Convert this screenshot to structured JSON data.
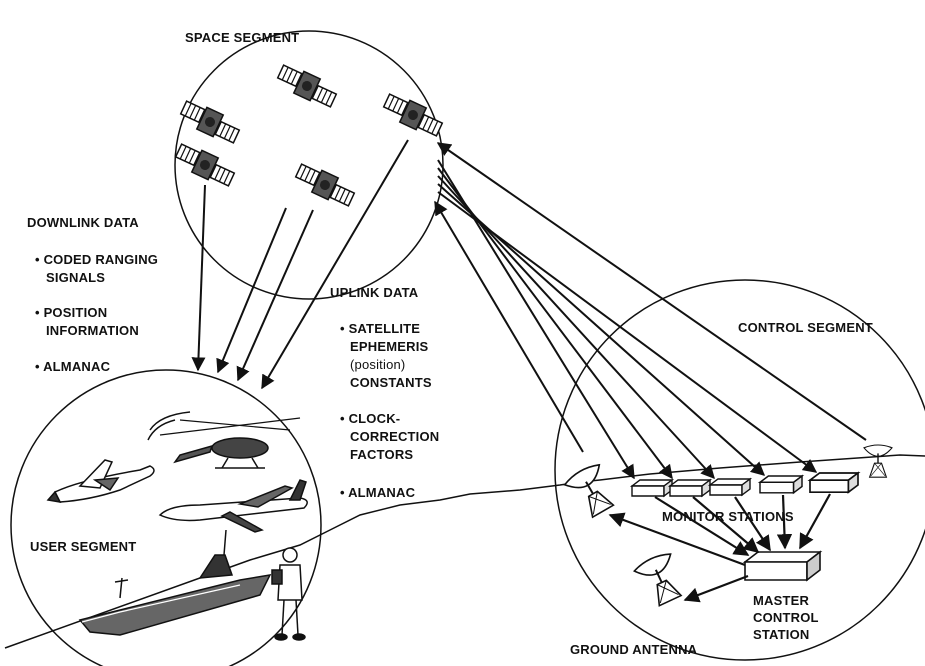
{
  "labels": {
    "space_segment": "SPACE SEGMENT",
    "control_segment": "CONTROL SEGMENT",
    "user_segment": "USER SEGMENT",
    "monitor_stations": "MONITOR STATIONS",
    "master_1": "MASTER",
    "master_2": "CONTROL",
    "master_3": "STATION",
    "ground_antenna": "GROUND ANTENNA"
  },
  "downlink": {
    "title": "DOWNLINK DATA",
    "items": [
      "• CODED RANGING",
      "SIGNALS",
      "• POSITION",
      "INFORMATION",
      "• ALMANAC"
    ]
  },
  "uplink": {
    "title": "UPLINK DATA",
    "items": [
      "• SATELLITE",
      "EPHEMERIS",
      "(position)",
      "CONSTANTS",
      "• CLOCK-",
      "CORRECTION",
      "FACTORS",
      "• ALMANAC"
    ]
  },
  "colors": {
    "ink": "#111111",
    "background": "#ffffff"
  }
}
